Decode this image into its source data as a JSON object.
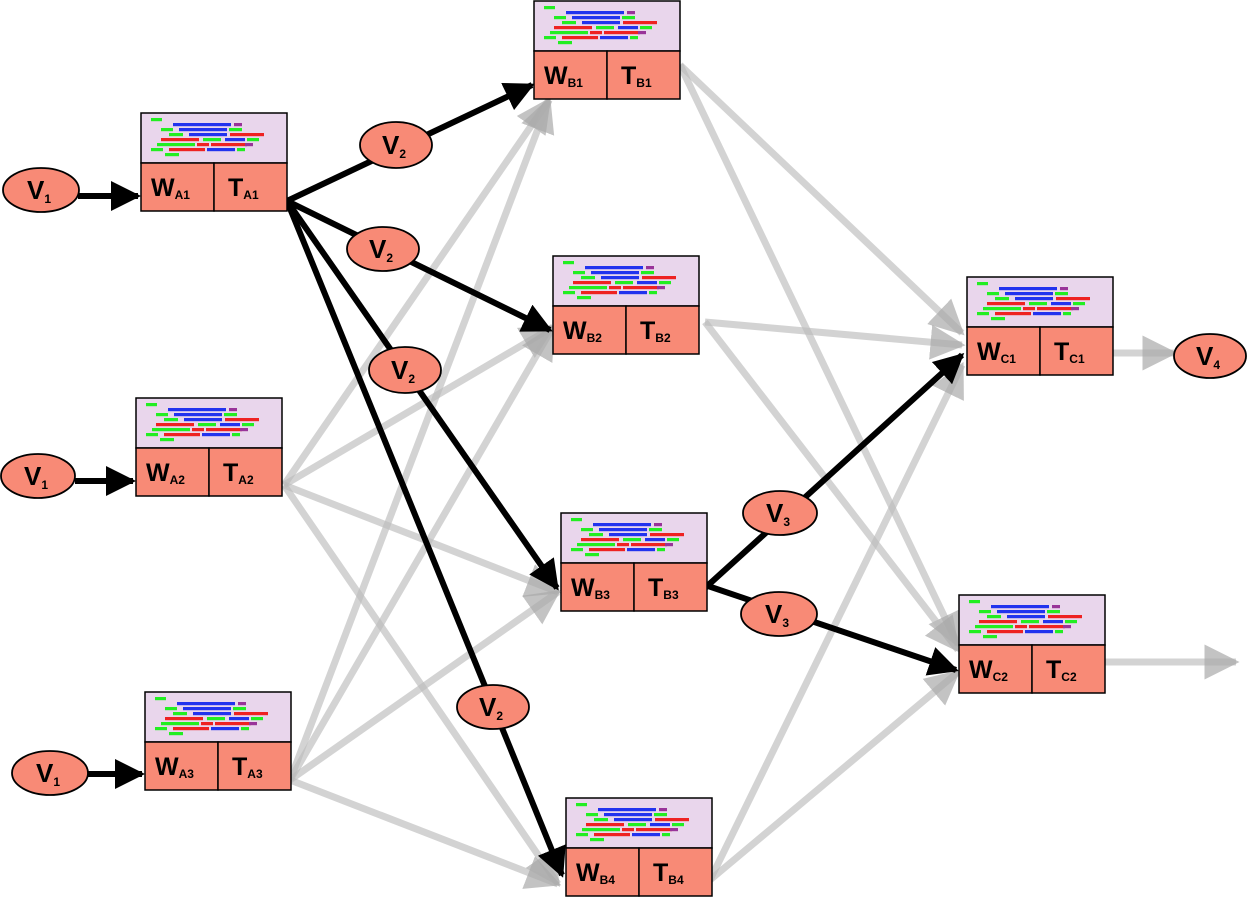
{
  "colors": {
    "node_fill": "#f88a76",
    "node_stroke": "#000000",
    "thumb_fill": "#e9d6ec",
    "code_green": "#22ee22",
    "code_blue": "#2233ee",
    "code_red": "#ee2222",
    "code_purple": "#993399",
    "edge_active": "#000000",
    "edge_faded": "#bbbbbb",
    "ellipse_fill": "#f88a76"
  },
  "nodes": [
    {
      "id": "A1",
      "w_main": "W",
      "w_sub": "A1",
      "t_main": "T",
      "t_sub": "A1"
    },
    {
      "id": "A2",
      "w_main": "W",
      "w_sub": "A2",
      "t_main": "T",
      "t_sub": "A2"
    },
    {
      "id": "A3",
      "w_main": "W",
      "w_sub": "A3",
      "t_main": "T",
      "t_sub": "A3"
    },
    {
      "id": "B1",
      "w_main": "W",
      "w_sub": "B1",
      "t_main": "T",
      "t_sub": "B1"
    },
    {
      "id": "B2",
      "w_main": "W",
      "w_sub": "B2",
      "t_main": "T",
      "t_sub": "B2"
    },
    {
      "id": "B3",
      "w_main": "W",
      "w_sub": "B3",
      "t_main": "T",
      "t_sub": "B3"
    },
    {
      "id": "B4",
      "w_main": "W",
      "w_sub": "B4",
      "t_main": "T",
      "t_sub": "B4"
    },
    {
      "id": "C1",
      "w_main": "W",
      "w_sub": "C1",
      "t_main": "T",
      "t_sub": "C1"
    },
    {
      "id": "C2",
      "w_main": "W",
      "w_sub": "C2",
      "t_main": "T",
      "t_sub": "C2"
    }
  ],
  "labels": [
    {
      "id": "v1-a1",
      "main": "V",
      "sub": "1"
    },
    {
      "id": "v1-a2",
      "main": "V",
      "sub": "1"
    },
    {
      "id": "v1-a3",
      "main": "V",
      "sub": "1"
    },
    {
      "id": "v2-b1",
      "main": "V",
      "sub": "2"
    },
    {
      "id": "v2-b2",
      "main": "V",
      "sub": "2"
    },
    {
      "id": "v2-b3",
      "main": "V",
      "sub": "2"
    },
    {
      "id": "v2-b4",
      "main": "V",
      "sub": "2"
    },
    {
      "id": "v3-c1",
      "main": "V",
      "sub": "3"
    },
    {
      "id": "v3-c2",
      "main": "V",
      "sub": "3"
    },
    {
      "id": "v4-out",
      "main": "V",
      "sub": "4"
    }
  ],
  "edges": [
    {
      "from": "V1",
      "to": "A1",
      "style": "active"
    },
    {
      "from": "V1",
      "to": "A2",
      "style": "active"
    },
    {
      "from": "V1",
      "to": "A3",
      "style": "active"
    },
    {
      "from": "A1",
      "to": "B1",
      "style": "active"
    },
    {
      "from": "A1",
      "to": "B2",
      "style": "active"
    },
    {
      "from": "A1",
      "to": "B3",
      "style": "active"
    },
    {
      "from": "A1",
      "to": "B4",
      "style": "active"
    },
    {
      "from": "A2",
      "to": "B1",
      "style": "faded"
    },
    {
      "from": "A2",
      "to": "B2",
      "style": "faded"
    },
    {
      "from": "A2",
      "to": "B3",
      "style": "faded"
    },
    {
      "from": "A2",
      "to": "B4",
      "style": "faded"
    },
    {
      "from": "A3",
      "to": "B1",
      "style": "faded"
    },
    {
      "from": "A3",
      "to": "B2",
      "style": "faded"
    },
    {
      "from": "A3",
      "to": "B3",
      "style": "faded"
    },
    {
      "from": "A3",
      "to": "B4",
      "style": "faded"
    },
    {
      "from": "B3",
      "to": "C1",
      "style": "active"
    },
    {
      "from": "B3",
      "to": "C2",
      "style": "active"
    },
    {
      "from": "B1",
      "to": "C1",
      "style": "faded"
    },
    {
      "from": "B1",
      "to": "C2",
      "style": "faded"
    },
    {
      "from": "B2",
      "to": "C1",
      "style": "faded"
    },
    {
      "from": "B2",
      "to": "C2",
      "style": "faded"
    },
    {
      "from": "B4",
      "to": "C1",
      "style": "faded"
    },
    {
      "from": "B4",
      "to": "C2",
      "style": "faded"
    },
    {
      "from": "C1",
      "to": "V4",
      "style": "faded"
    },
    {
      "from": "C2",
      "to": "out",
      "style": "faded"
    }
  ],
  "thumbnail_icon": "code-snippet-icon"
}
